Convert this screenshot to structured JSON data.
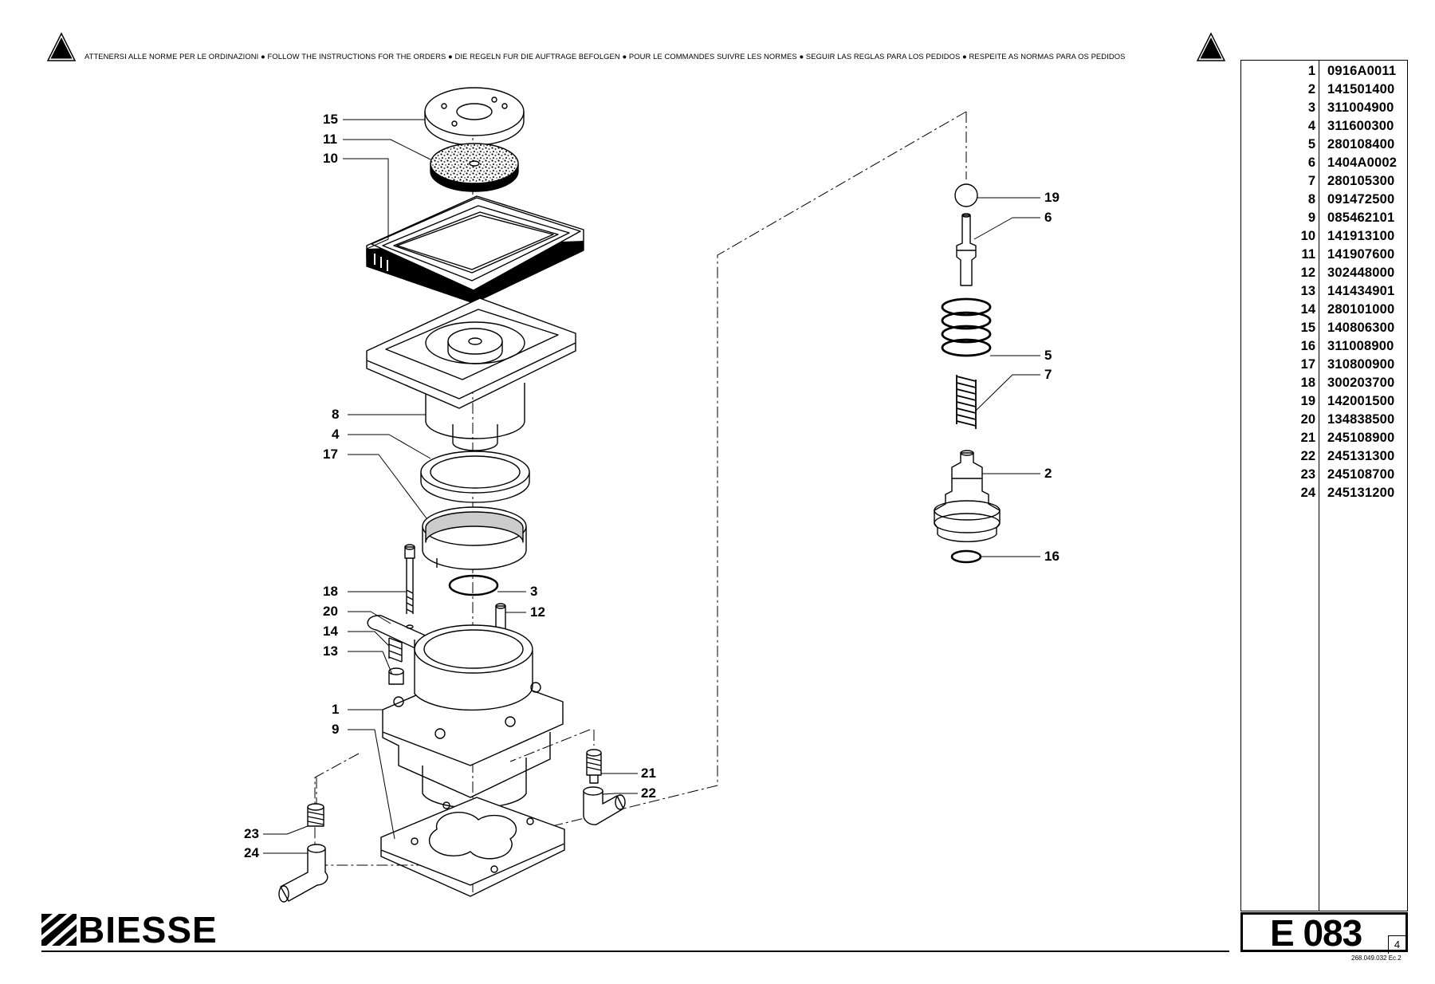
{
  "banner": {
    "instructions": "ATTENERSI ALLE NORME PER LE ORDINAZIONI  ●  FOLLOW THE INSTRUCTIONS FOR THE ORDERS  ●  DIE REGELN FUR DIE AUFTRAGE BEFOLGEN  ●  POUR LE COMMANDES SUIVRE LES NORMES  ●  SEGUIR LAS REGLAS PARA LOS PEDIDOS  ●  RESPEITE AS NORMAS PARA OS PEDIDOS",
    "left_icon": "warning-triangle-icon",
    "right_icon": "warning-triangle-icon"
  },
  "callouts": {
    "c15": "15",
    "c11": "11",
    "c10": "10",
    "c8": "8",
    "c4": "4",
    "c17": "17",
    "c18": "18",
    "c3": "3",
    "c20": "20",
    "c12": "12",
    "c14": "14",
    "c13": "13",
    "c1": "1",
    "c9": "9",
    "c21": "21",
    "c22": "22",
    "c23": "23",
    "c24": "24",
    "c19": "19",
    "c6": "6",
    "c5": "5",
    "c7": "7",
    "c2": "2",
    "c16": "16"
  },
  "parts": [
    {
      "pos": "1",
      "code": "0916A0011"
    },
    {
      "pos": "2",
      "code": "141501400"
    },
    {
      "pos": "3",
      "code": "311004900"
    },
    {
      "pos": "4",
      "code": "311600300"
    },
    {
      "pos": "5",
      "code": "280108400"
    },
    {
      "pos": "6",
      "code": "1404A0002"
    },
    {
      "pos": "7",
      "code": "280105300"
    },
    {
      "pos": "8",
      "code": "091472500"
    },
    {
      "pos": "9",
      "code": "085462101"
    },
    {
      "pos": "10",
      "code": "141913100"
    },
    {
      "pos": "11",
      "code": "141907600"
    },
    {
      "pos": "12",
      "code": "302448000"
    },
    {
      "pos": "13",
      "code": "141434901"
    },
    {
      "pos": "14",
      "code": "280101000"
    },
    {
      "pos": "15",
      "code": "140806300"
    },
    {
      "pos": "16",
      "code": "311008900"
    },
    {
      "pos": "17",
      "code": "310800900"
    },
    {
      "pos": "18",
      "code": "300203700"
    },
    {
      "pos": "19",
      "code": "142001500"
    },
    {
      "pos": "20",
      "code": "134838500"
    },
    {
      "pos": "21",
      "code": "245108900"
    },
    {
      "pos": "22",
      "code": "245131300"
    },
    {
      "pos": "23",
      "code": "245108700"
    },
    {
      "pos": "24",
      "code": "245131200"
    }
  ],
  "titleblock": {
    "drawing_code": "E 083",
    "sheet": "4",
    "doc_number": "268.049.032 Ec.2"
  },
  "logo": {
    "brand": "BIESSE"
  }
}
